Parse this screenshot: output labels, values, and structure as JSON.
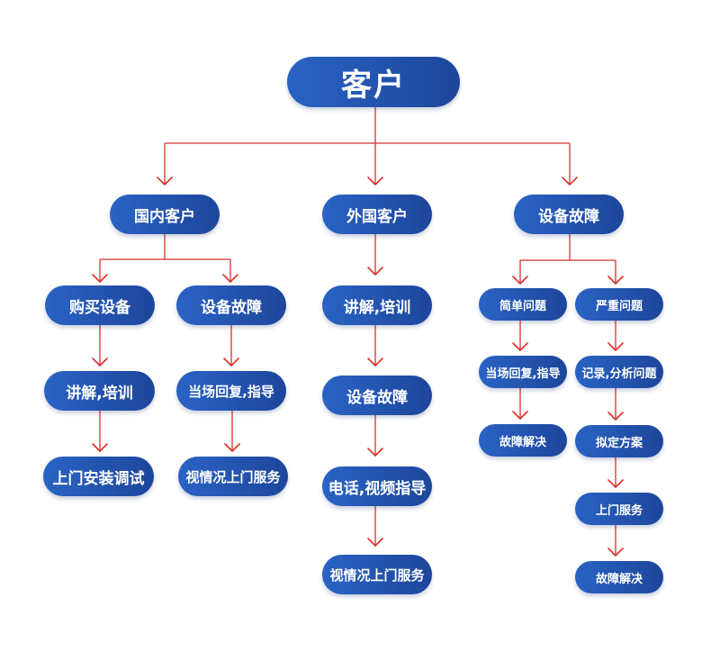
{
  "colors": {
    "node_left": "#2a63c4",
    "node_right": "#1d469b",
    "connector": "#d8312c",
    "text": "#ffffff"
  },
  "root": {
    "label": "客户"
  },
  "domestic": {
    "label": "国内客户",
    "purchase": {
      "label": "购买设备",
      "steps": [
        "讲解,培训",
        "上门安装调试"
      ]
    },
    "fault": {
      "label": "设备故障",
      "steps": [
        "当场回复,指导",
        "视情况上门服务"
      ]
    }
  },
  "foreign": {
    "label": "外国客户",
    "steps": [
      "讲解,培训",
      "设备故障",
      "电话,视频指导",
      "视情况上门服务"
    ]
  },
  "device_fault": {
    "label": "设备故障",
    "simple": {
      "label": "简单问题",
      "steps": [
        "当场回复,指导",
        "故障解决"
      ]
    },
    "serious": {
      "label": "严重问题",
      "steps": [
        "记录,分析问题",
        "拟定方案",
        "上门服务",
        "故障解决"
      ]
    }
  }
}
